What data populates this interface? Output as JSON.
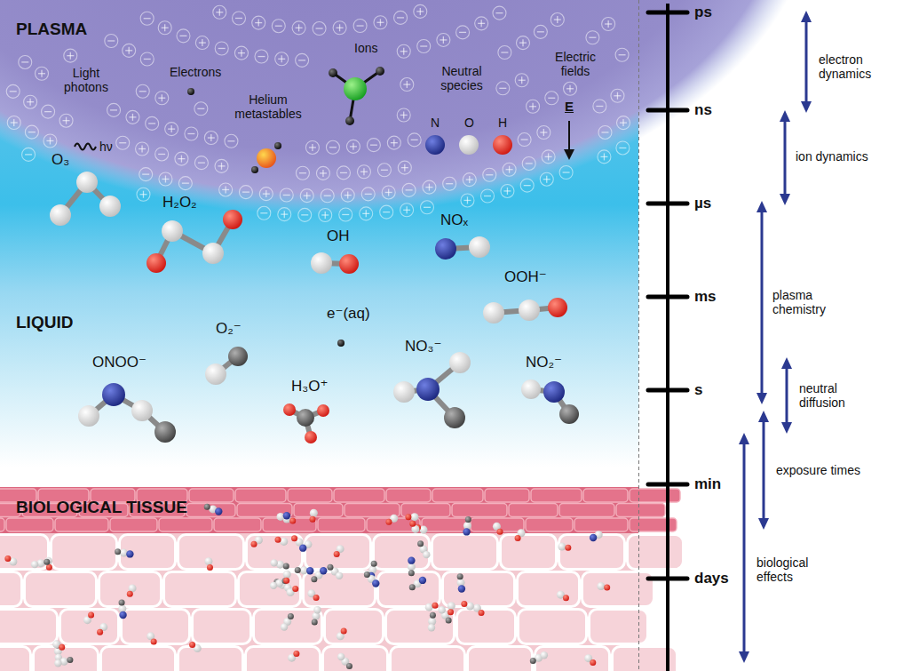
{
  "diagram": {
    "nodes": [
      {
        "text": [
          "PLASMA"
        ]
      },
      {
        "text": [
          "LIQUID"
        ]
      },
      {
        "text": [
          "BIOLOGICAL TISSUE"
        ]
      }
    ],
    "labels": [
      "Light photons",
      "hν",
      "Electrons",
      "Helium metastables",
      "Ions",
      "Neutral species",
      "N",
      "O",
      "H",
      "Electric fields",
      "E",
      "O₃",
      "H₂O₂",
      "OH",
      "NOₓ",
      "OOH⁻",
      "O₂⁻",
      "e⁻(aq)",
      "ONOO⁻",
      "H₃O⁺",
      "NO₃⁻",
      "NO₂⁻",
      "ps",
      "ns",
      "µs",
      "ms",
      "s",
      "min",
      "days",
      "electron dynamics",
      "ion dynamics",
      "plasma chemistry",
      "neutral diffusion",
      "exposure times",
      "biological effects"
    ]
  }
}
